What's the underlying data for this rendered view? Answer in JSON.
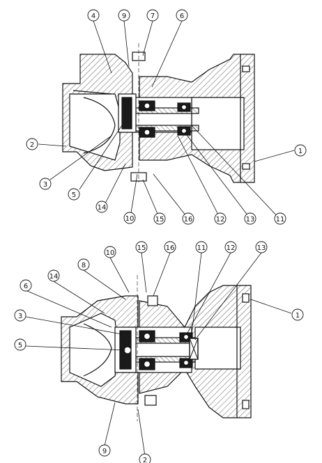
{
  "top_view": {
    "callouts": {
      "c4": "4",
      "c9": "9",
      "c7": "7",
      "c6": "6",
      "c2": "2",
      "c1": "1",
      "c3": "3",
      "c5": "5",
      "c14": "14",
      "c10": "10",
      "c15": "15",
      "c16": "16",
      "c12": "12",
      "c13": "13",
      "c11": "11"
    }
  },
  "bottom_view": {
    "callouts": {
      "c10": "10",
      "c15": "15",
      "c16": "16",
      "c11": "11",
      "c12": "12",
      "c13": "13",
      "c8": "8",
      "c14": "14",
      "c6": "6",
      "c1": "1",
      "c3": "3",
      "c5": "5",
      "c9": "9",
      "c2": "2"
    }
  },
  "colors": {
    "line": "#111111",
    "hatch": "#333333",
    "paper": "#ffffff",
    "dark": "#1a1a1a"
  }
}
